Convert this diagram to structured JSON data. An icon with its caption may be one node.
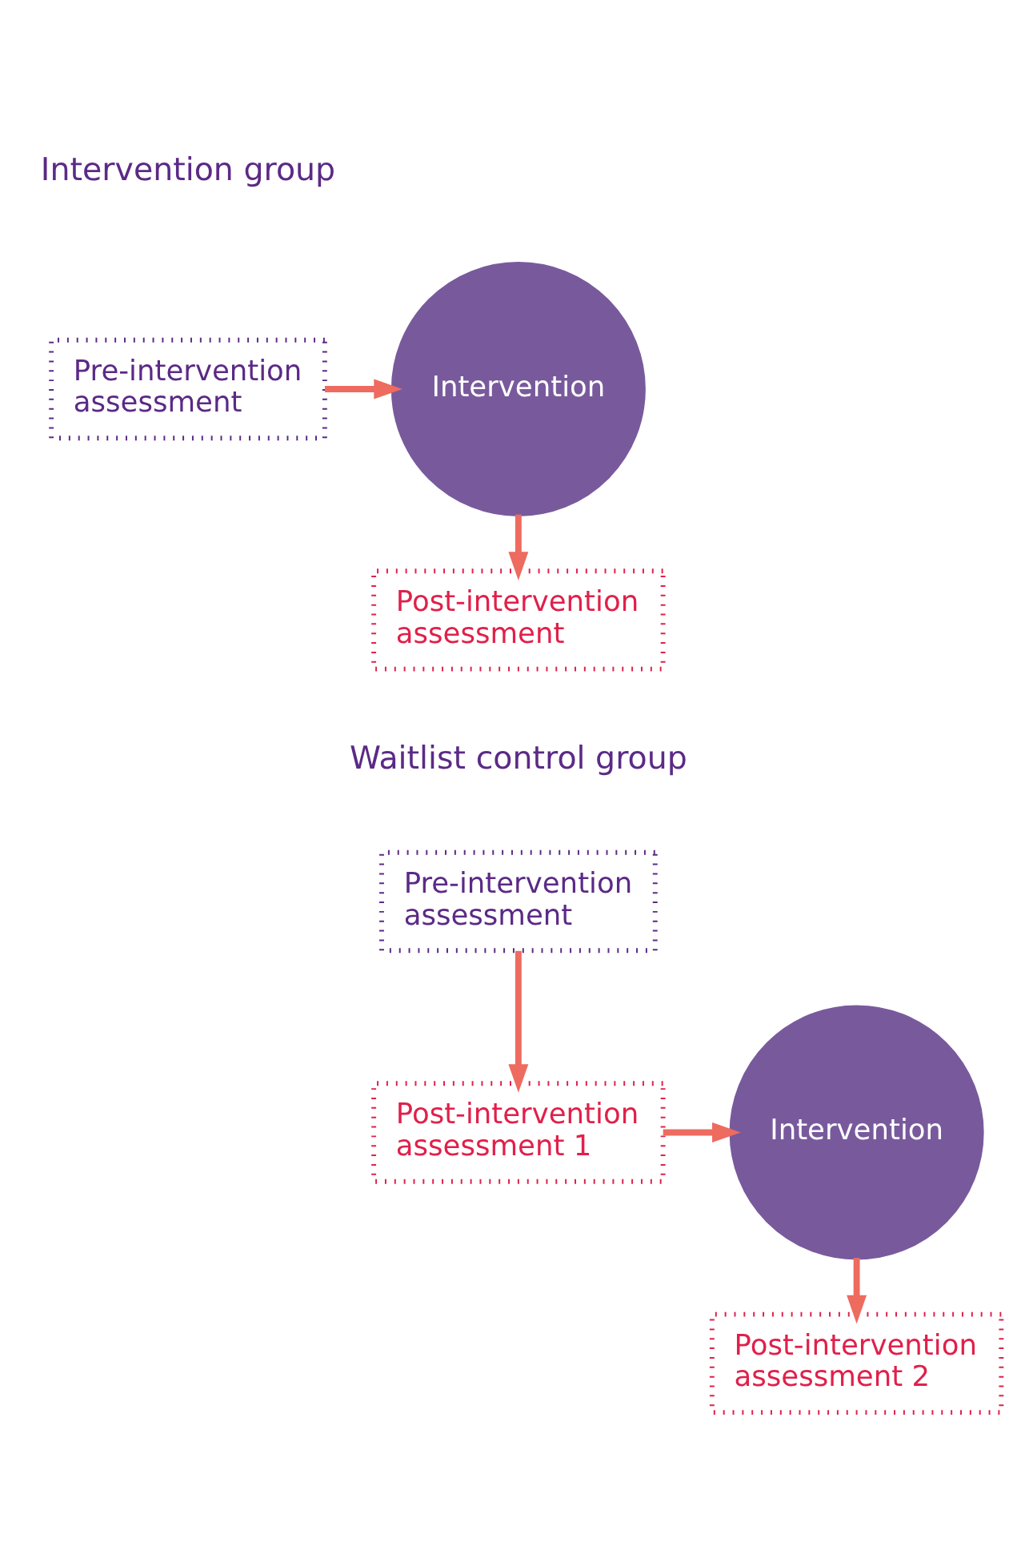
{
  "diagram": {
    "nodes": [
      {
        "text": [
          "Pre-intervention assessment"
        ]
      },
      {
        "text": [
          "Intervention"
        ]
      },
      {
        "text": [
          "Post-intervention assessment"
        ]
      },
      {
        "text": [
          "Pre-intervention assessment"
        ]
      },
      {
        "text": [
          "Post-intervention assessment 1"
        ]
      },
      {
        "text": [
          "Intervention"
        ]
      },
      {
        "text": [
          "Post-intervention assessment 2"
        ]
      }
    ],
    "edges": [
      {
        "from": 0,
        "to": 1,
        "arrow": "to"
      },
      {
        "from": 1,
        "to": 2,
        "arrow": "to"
      },
      {
        "from": 3,
        "to": 4,
        "arrow": "to"
      },
      {
        "from": 4,
        "to": 5,
        "arrow": "to"
      },
      {
        "from": 5,
        "to": 6,
        "arrow": "to"
      }
    ],
    "labels": [
      "Intervention group",
      "Waitlist control group"
    ]
  }
}
